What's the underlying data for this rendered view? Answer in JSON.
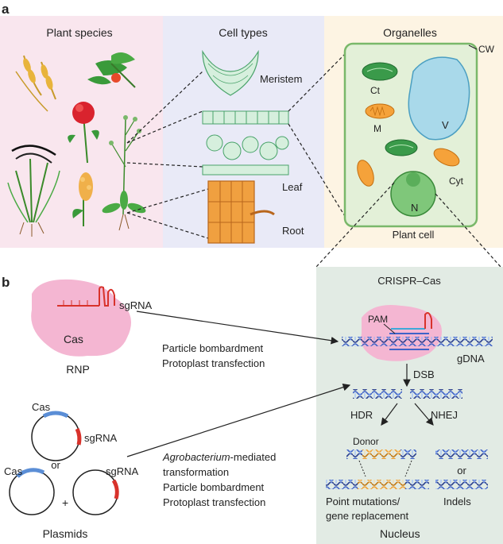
{
  "panel_a": {
    "label": "a",
    "plant_species_title": "Plant species",
    "cell_types_title": "Cell types",
    "organelles_title": "Organelles",
    "meristem": "Meristem",
    "leaf": "Leaf",
    "root": "Root",
    "cw": "CW",
    "ct": "Ct",
    "m": "M",
    "v": "V",
    "cyt": "Cyt",
    "n": "N",
    "plant_cell": "Plant cell"
  },
  "panel_b": {
    "label": "b",
    "sgrna": "sgRNA",
    "cas": "Cas",
    "rnp": "RNP",
    "bombardment": "Particle bombardment",
    "protoplast": "Protoplast transfection",
    "plasmid_cas1": "Cas",
    "plasmid_sgrna1": "sgRNA",
    "or_between": "or",
    "plasmid_cas2": "Cas",
    "plus": "+",
    "plasmid_sgrna2": "sgRNA",
    "plasmids": "Plasmids",
    "agro_italic": "Agrobacterium",
    "agro_rest": "-mediated",
    "transformation": "transformation",
    "bombardment2": "Particle bombardment",
    "protoplast2": "Protoplast transfection",
    "crispr_title": "CRISPR–Cas",
    "pam": "PAM",
    "gdna": "gDNA",
    "dsb": "DSB",
    "hdr": "HDR",
    "nhej": "NHEJ",
    "donor": "Donor",
    "or_indels": "or",
    "point_mut": "Point mutations/",
    "gene_repl": "gene replacement",
    "indels": "Indels",
    "nucleus": "Nucleus"
  },
  "colors": {
    "pink_panel": "#f9e6ee",
    "blue_panel": "#e9eaf7",
    "cream_panel": "#fdf4e3",
    "crispr_panel": "#e2ebe4",
    "cell_fill": "#e3f0d8",
    "cell_border": "#7ab86a",
    "cas_pink": "#f4b6d2",
    "sgrna_red": "#d8322b",
    "plasmid_blue": "#5b8ed6",
    "dna_blue": "#3f63c8",
    "dna_orange": "#f0a030"
  }
}
